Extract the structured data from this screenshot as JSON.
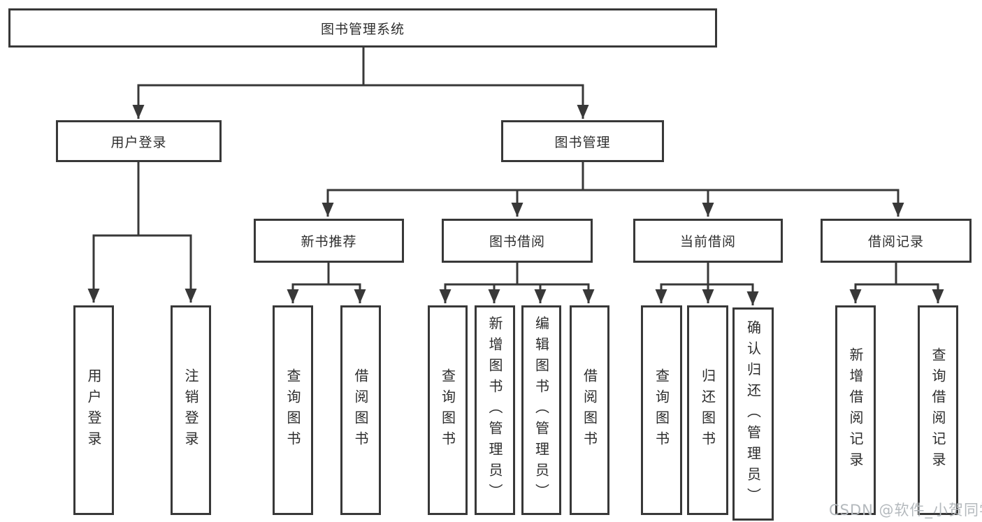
{
  "diagram": {
    "title_node": "图书管理系统",
    "level2": {
      "user_login": "用户登录",
      "book_management": "图书管理"
    },
    "level3": {
      "new_book_recommendation": "新书推荐",
      "book_borrowing": "图书借阅",
      "current_borrowing": "当前借阅",
      "borrowing_records": "借阅记录"
    },
    "leaves": {
      "user_login": {
        "login": "用户登录",
        "logout": "注销登录"
      },
      "new_book_recommendation": {
        "query": "查询图书",
        "borrow": "借阅图书"
      },
      "book_borrowing": {
        "query": "查询图书",
        "add": "新增图书（管理员）",
        "edit": "编辑图书（管理员）",
        "borrow": "借阅图书"
      },
      "current_borrowing": {
        "query": "查询图书",
        "return": "归还图书",
        "confirm": "确认归还（管理员）"
      },
      "borrowing_records": {
        "add": "新增借阅记录",
        "query": "查询借阅记录"
      }
    },
    "watermark": "CSDN @软件_小贺同学",
    "colors": {
      "line": "#383838",
      "text": "#2d2d2d",
      "watermark": "#b4b9bd",
      "background": "#ffffff"
    }
  }
}
